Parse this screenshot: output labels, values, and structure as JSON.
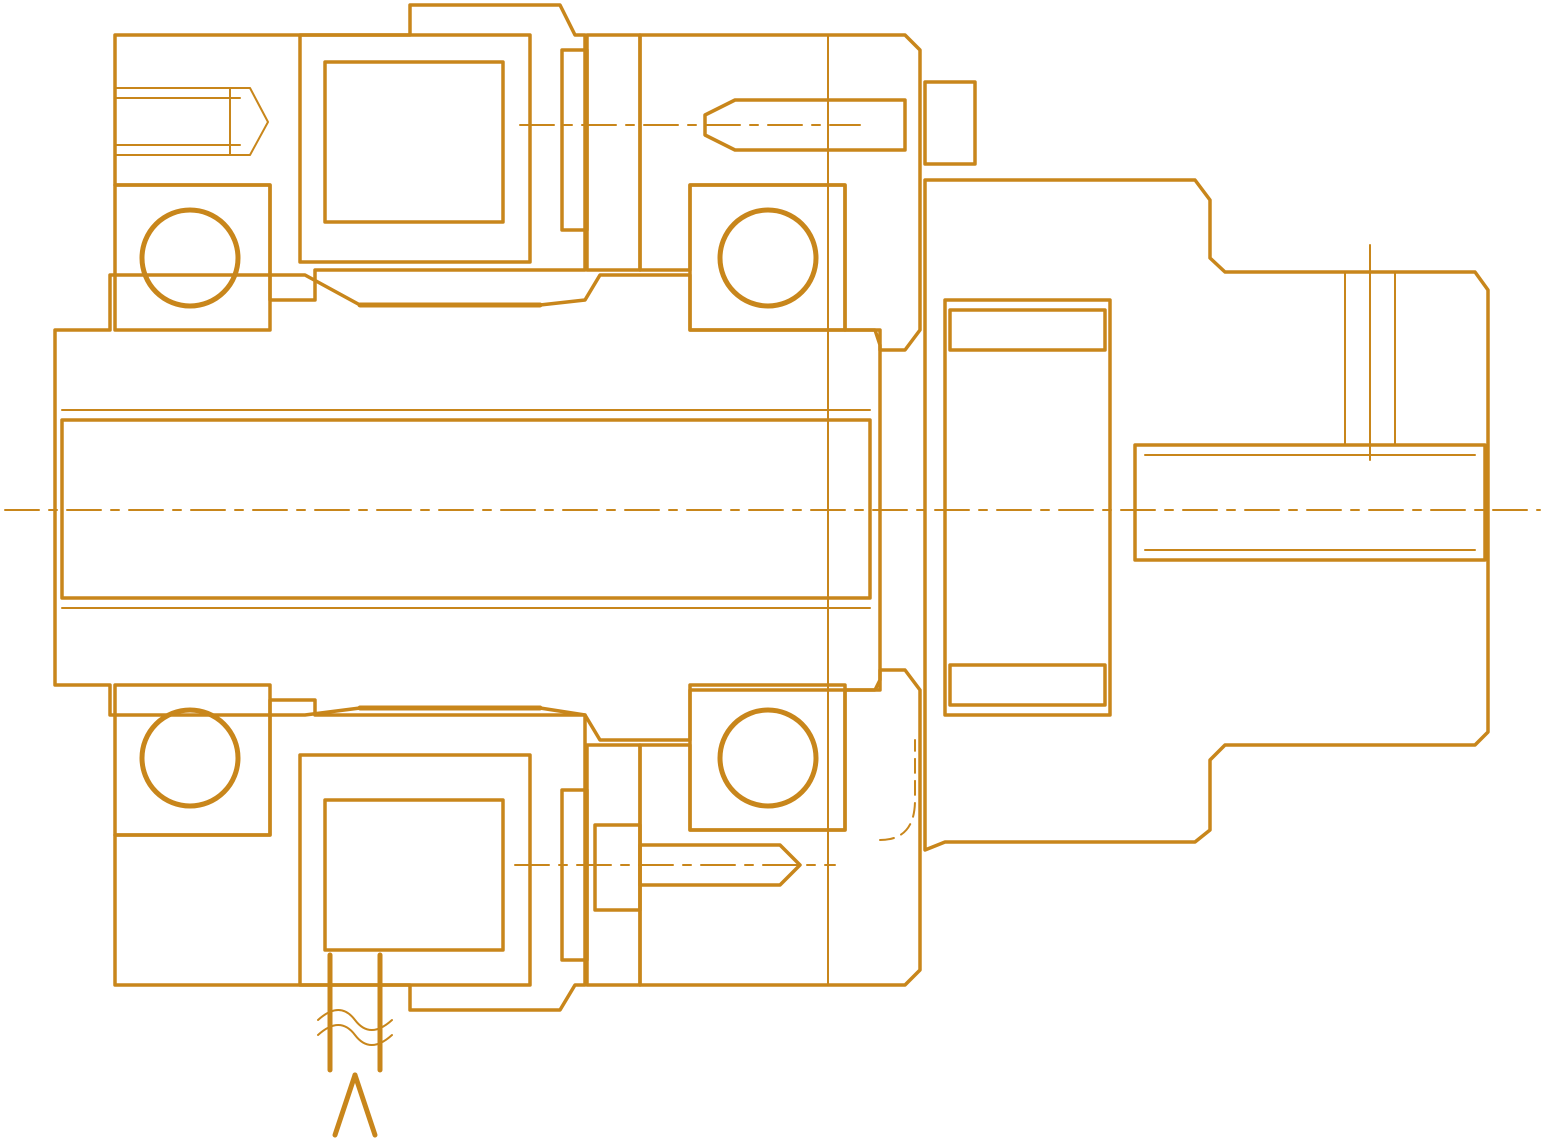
{
  "drawing": {
    "line_color": "#c8861b",
    "background_color": "#ffffff",
    "components": [
      {
        "name": "shaft"
      },
      {
        "name": "housing"
      },
      {
        "name": "coil-winding"
      },
      {
        "name": "bearing"
      },
      {
        "name": "friction-disc"
      },
      {
        "name": "armature-plate"
      },
      {
        "name": "hub-flange"
      },
      {
        "name": "cap-screw"
      },
      {
        "name": "lead-wire"
      },
      {
        "name": "center-line"
      }
    ]
  }
}
